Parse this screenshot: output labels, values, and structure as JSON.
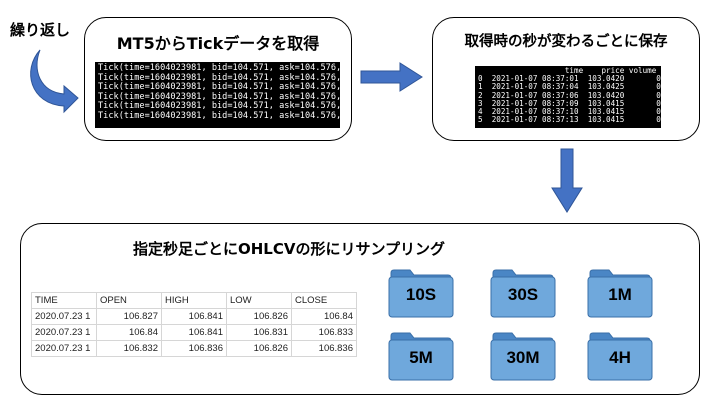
{
  "repeat_label": "繰り返し",
  "step1": {
    "title": "MT5からTickデータを取得",
    "lines": [
      "Tick(time=1604023981, bid=104.571, ask=104.576,",
      "Tick(time=1604023981, bid=104.571, ask=104.576,",
      "Tick(time=1604023981, bid=104.571, ask=104.576,",
      "Tick(time=1604023981, bid=104.571, ask=104.576,",
      "Tick(time=1604023981, bid=104.571, ask=104.576,",
      "Tick(time=1604023981, bid=104.571, ask=104.576,"
    ]
  },
  "step2": {
    "title": "取得時の秒が変わるごとに保存",
    "header": "                   time    price volume",
    "lines": [
      "0  2021-01-07 08:37:01  103.0420       0",
      "1  2021-01-07 08:37:04  103.0425       0",
      "2  2021-01-07 08:37:06  103.0420       0",
      "3  2021-01-07 08:37:09  103.0415       0",
      "4  2021-01-07 08:37:10  103.0415       0",
      "5  2021-01-07 08:37:13  103.0415       0"
    ]
  },
  "step3": {
    "title": "指定秒足ごとにOHLCVの形にリサンプリング",
    "table": {
      "columns": [
        "TIME",
        "OPEN",
        "HIGH",
        "LOW",
        "CLOSE"
      ],
      "rows": [
        [
          "2020.07.23 1",
          "106.827",
          "106.841",
          "106.826",
          "106.84"
        ],
        [
          "2020.07.23 1",
          "106.84",
          "106.841",
          "106.831",
          "106.833"
        ],
        [
          "2020.07.23 1",
          "106.832",
          "106.836",
          "106.826",
          "106.836"
        ]
      ]
    },
    "folders": [
      "10S",
      "30S",
      "1M",
      "5M",
      "30M",
      "4H"
    ]
  },
  "colors": {
    "arrow_blue": "#4472c4",
    "folder_blue": "#6fa8dc",
    "folder_blue_dark": "#4a86c5"
  },
  "icons": [
    "curved-arrow-icon",
    "right-arrow-icon",
    "down-arrow-icon",
    "folder-icon"
  ]
}
